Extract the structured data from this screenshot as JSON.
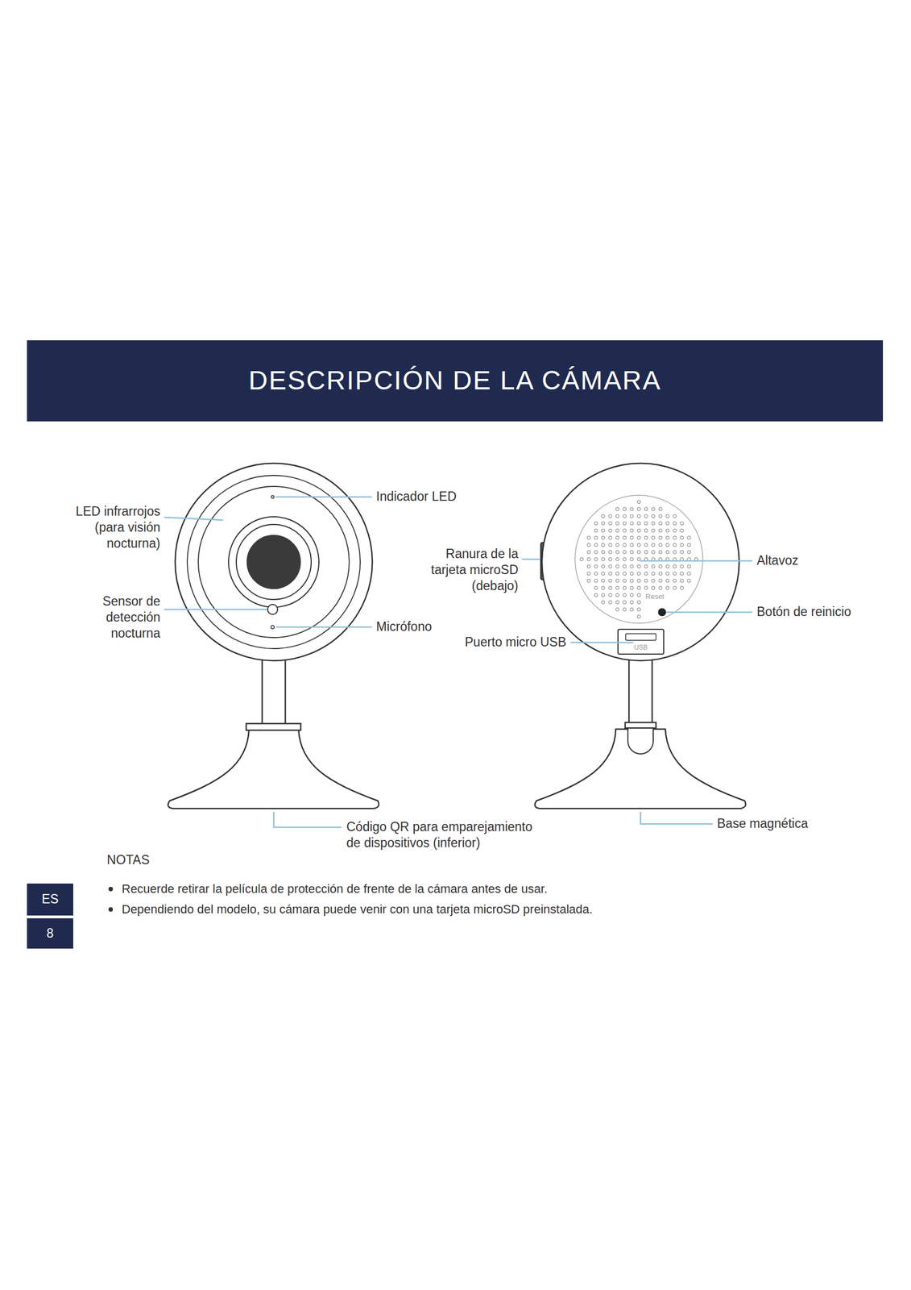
{
  "diagram": {
    "title": "DESCRIPCIÓN DE LA CÁMARA",
    "labels": [
      "Indicador LED",
      "LED infrarrojos (para visión nocturna)",
      "Sensor de detección nocturna",
      "Micrófono",
      "Ranura de la tarjeta microSD (debajo)",
      "Altavoz",
      "Reset",
      "Botón de reinicio",
      "Puerto micro USB",
      "USB",
      "Código QR para emparejamiento de dispositivos (inferior)",
      "Base magnética",
      "NOTAS",
      "Recuerde retirar la película de protección de frente de la cámara antes de usar.",
      "Dependiendo del modelo, su cámara puede venir con una tarjeta microSD preinstalada.",
      "ES",
      "8"
    ]
  }
}
